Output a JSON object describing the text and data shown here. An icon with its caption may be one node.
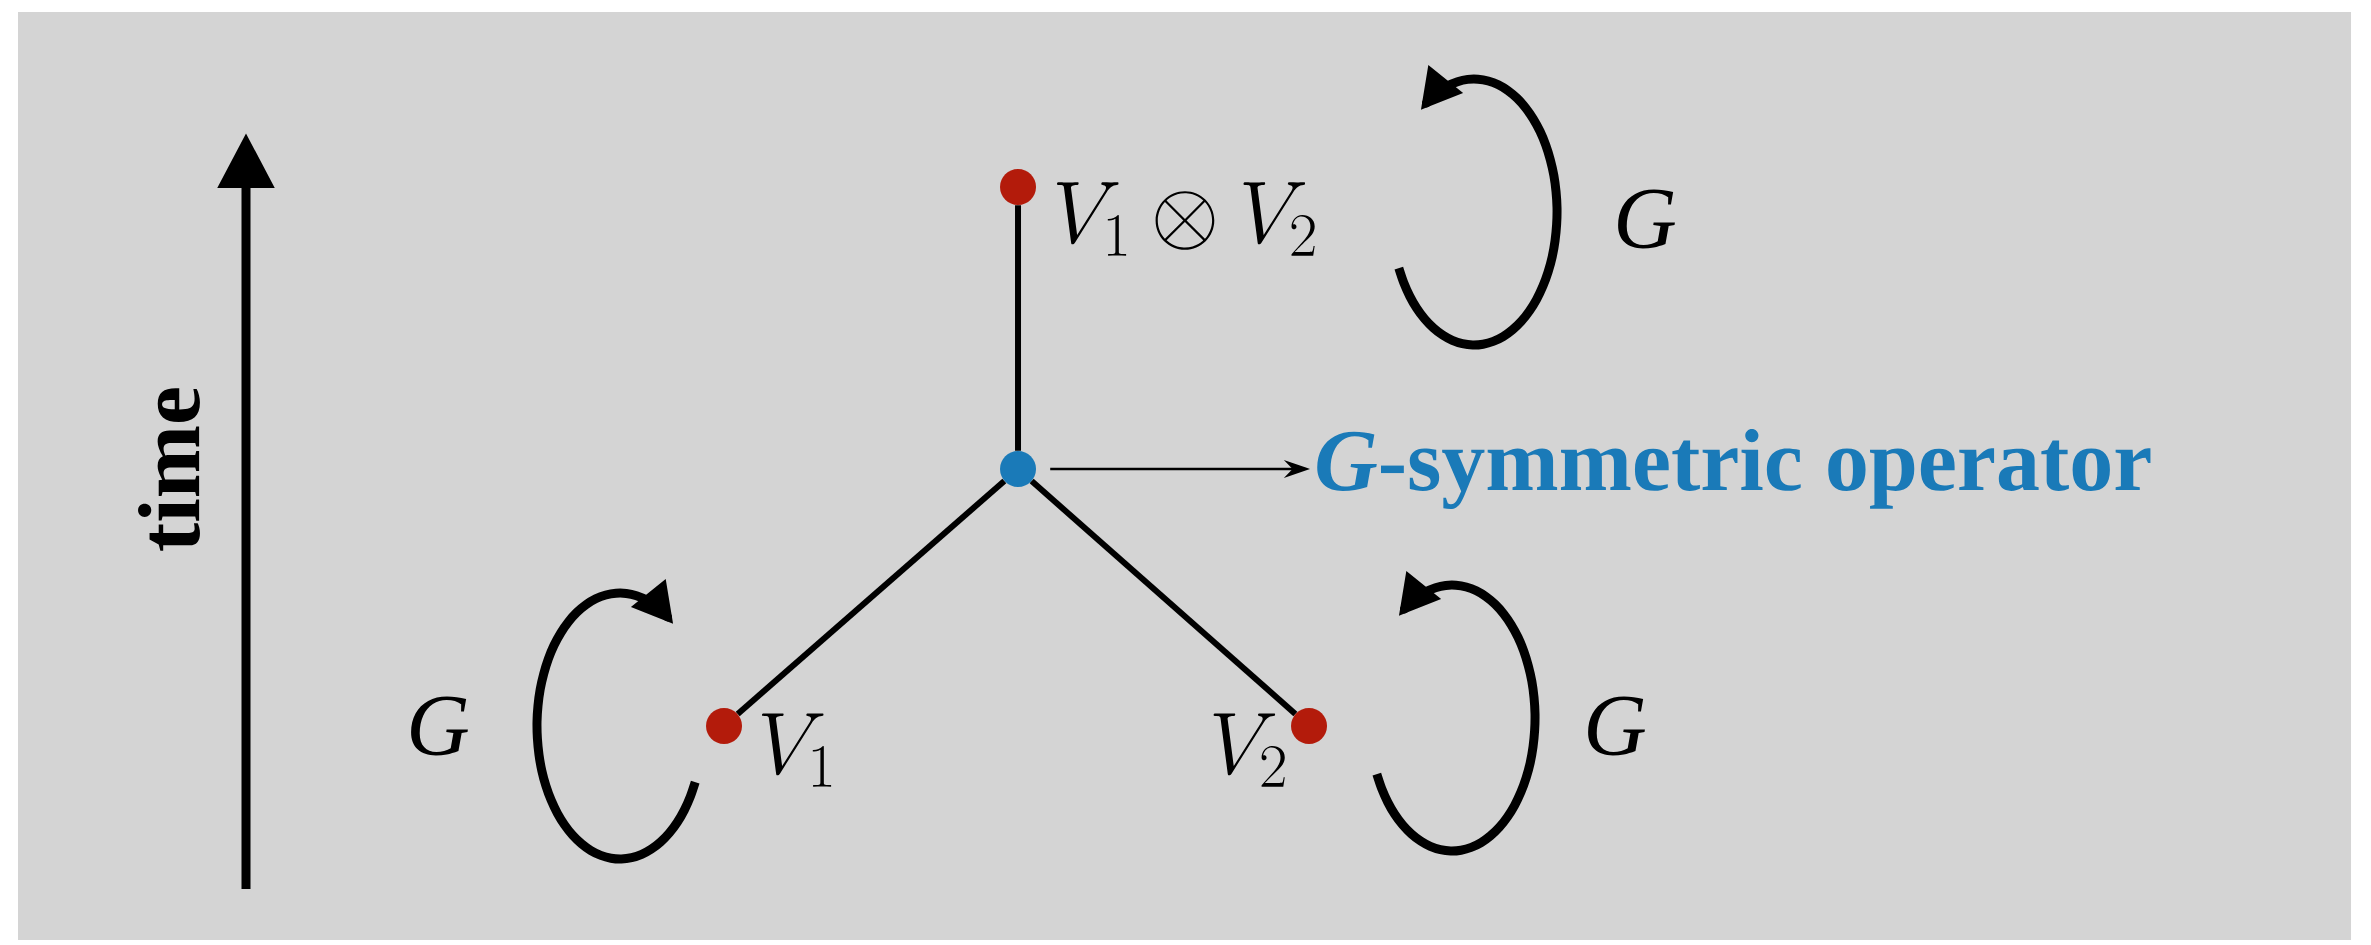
{
  "diagram": {
    "nodes": [
      {
        "text": [],
        "shape": "circle",
        "beside": [
          "V_1 \\otimes V_2"
        ]
      },
      {
        "text": [],
        "shape": "circle"
      },
      {
        "text": [],
        "shape": "circle",
        "beside": [
          "V_1"
        ]
      },
      {
        "text": [],
        "shape": "circle",
        "beside": [
          "V_2"
        ]
      },
      {
        "text": [
          "*G*-symmetric operator"
        ]
      }
    ],
    "edges": [
      {
        "from": 0,
        "to": 1,
        "arrow": "none"
      },
      {
        "from": 1,
        "to": 2,
        "arrow": "none"
      },
      {
        "from": 1,
        "to": 3,
        "arrow": "none"
      },
      {
        "from": 1,
        "to": 4,
        "arrow": "to"
      }
    ],
    "labels": [
      "G",
      "time",
      "G",
      "G"
    ]
  }
}
